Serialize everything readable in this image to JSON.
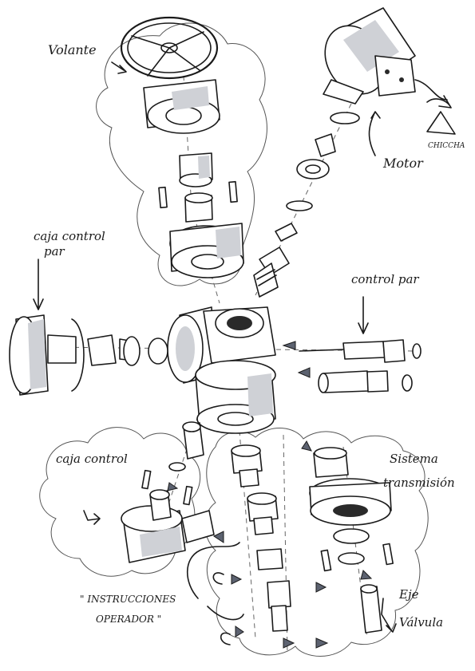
{
  "labels": {
    "volante": "Volante",
    "motor": "Motor",
    "caja_control_par_line1": "caja control",
    "caja_control_par_line2": "par",
    "control_par": "control par",
    "caja_control": "caja control",
    "sistema_line1": "Sistema",
    "sistema_line2": "transmisión",
    "eje_line1": "Eje",
    "eje_line2": "Válvula",
    "instrucciones_line1": "\" INSTRUCCIONES",
    "instrucciones_line2": "OPERADOR \"",
    "signature": "CHICCHA"
  },
  "colors": {
    "ink": "#1a1a1a",
    "shade": "#cfd1d6",
    "arrow": "#5c6270"
  }
}
